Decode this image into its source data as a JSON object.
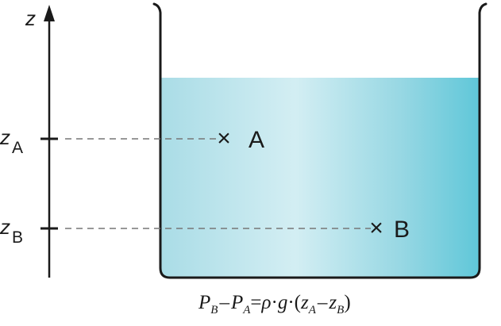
{
  "axis": {
    "label": "z",
    "levels": [
      {
        "symbol": "z",
        "sub": "A"
      },
      {
        "symbol": "z",
        "sub": "B"
      }
    ]
  },
  "points": [
    {
      "mark": "×",
      "label": "A"
    },
    {
      "mark": "×",
      "label": "B"
    }
  ],
  "formula": {
    "p": "P",
    "sub_b": "B",
    "minus": "–",
    "sub_a": "A",
    "equals": "=",
    "rho": "ρ",
    "dot": "·",
    "g": "g",
    "open": "(",
    "z": "z",
    "close": ")"
  },
  "colors": {
    "water_edge": "#5cc6d8",
    "water_mid": "#cfecf2",
    "outline": "#1a1a1a",
    "dash": "#777777"
  }
}
